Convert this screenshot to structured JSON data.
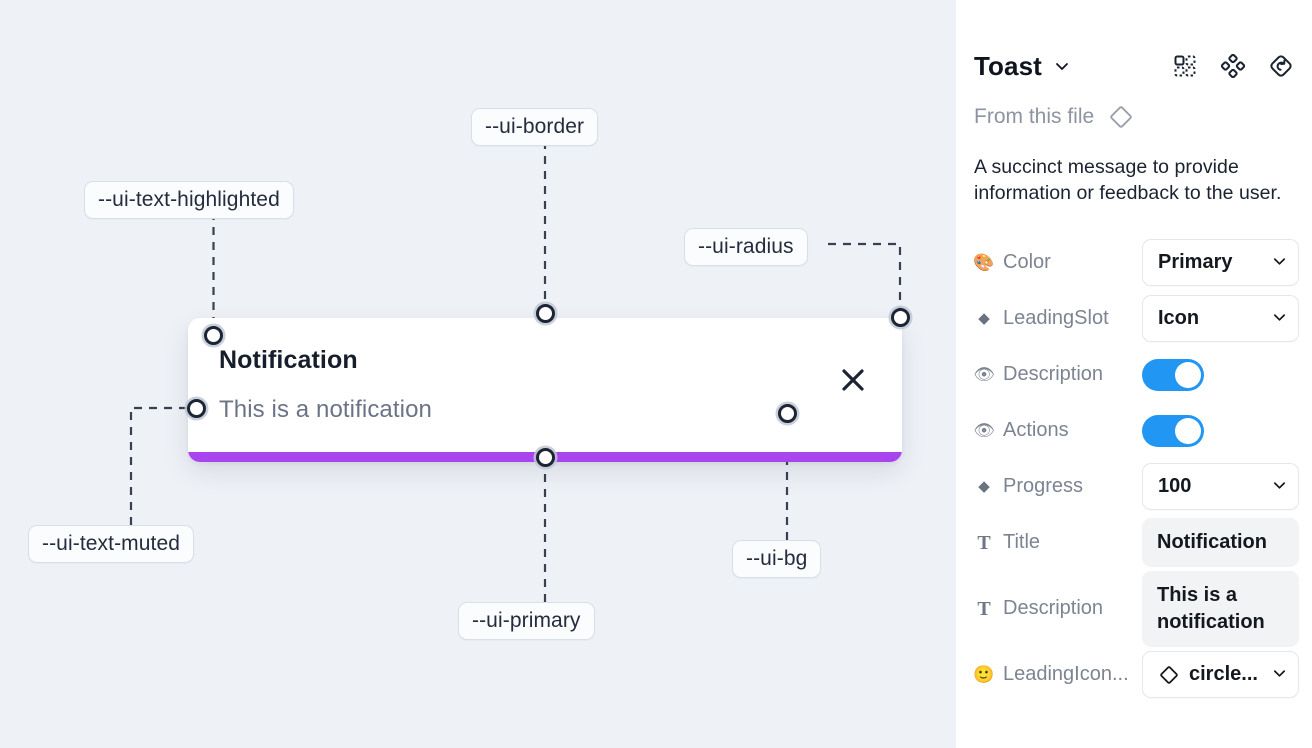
{
  "canvas": {
    "tokens": [
      {
        "id": "ui-text-highlighted",
        "label": "--ui-text-highlighted"
      },
      {
        "id": "ui-border",
        "label": "--ui-border"
      },
      {
        "id": "ui-radius",
        "label": "--ui-radius"
      },
      {
        "id": "ui-text-muted",
        "label": "--ui-text-muted"
      },
      {
        "id": "ui-primary",
        "label": "--ui-primary"
      },
      {
        "id": "ui-bg",
        "label": "--ui-bg"
      }
    ],
    "toast": {
      "title": "Notification",
      "description": "This is a notification",
      "close_icon": "close-icon",
      "progress_color": "#a945ef",
      "background": "#ffffff"
    },
    "background": "#eef1f6"
  },
  "panel": {
    "title": "Toast",
    "title_caret_icon": "chevron-down-icon",
    "header_icons": [
      {
        "name": "component-set-icon"
      },
      {
        "name": "variants-icon"
      },
      {
        "name": "reset-instance-icon"
      }
    ],
    "from_this_file": {
      "label": "From this file",
      "icon": "diamond-icon"
    },
    "description": "A succinct message to provide information or feedback to the user.",
    "properties": [
      {
        "name": "color",
        "icon": "palette-emoji",
        "glyph": "🎨",
        "label": "Color",
        "control": "select",
        "value": "Primary"
      },
      {
        "name": "leading-slot",
        "icon": "diamond-icon",
        "glyph": "◆",
        "label": "LeadingSlot",
        "control": "select",
        "value": "Icon"
      },
      {
        "name": "description-visibility",
        "icon": "eye-emoji",
        "glyph": "👁",
        "label": "Description",
        "control": "toggle",
        "value": "on"
      },
      {
        "name": "actions-visibility",
        "icon": "eye-emoji",
        "glyph": "👁",
        "label": "Actions",
        "control": "toggle",
        "value": "on"
      },
      {
        "name": "progress",
        "icon": "diamond-icon",
        "glyph": "◆",
        "label": "Progress",
        "control": "select",
        "value": "100"
      },
      {
        "name": "title",
        "icon": "text-icon",
        "glyph": "T",
        "label": "Title",
        "control": "text",
        "value": "Notification"
      },
      {
        "name": "description-text",
        "icon": "text-icon",
        "glyph": "T",
        "label": "Description",
        "control": "text",
        "value": "This is a notification"
      },
      {
        "name": "leading-icon",
        "icon": "smiley-emoji",
        "glyph": "🙂",
        "label": "LeadingIcon...",
        "control": "icon-select",
        "value": "circle..."
      }
    ],
    "accent_color": "#2196f3",
    "background": "#ffffff"
  }
}
